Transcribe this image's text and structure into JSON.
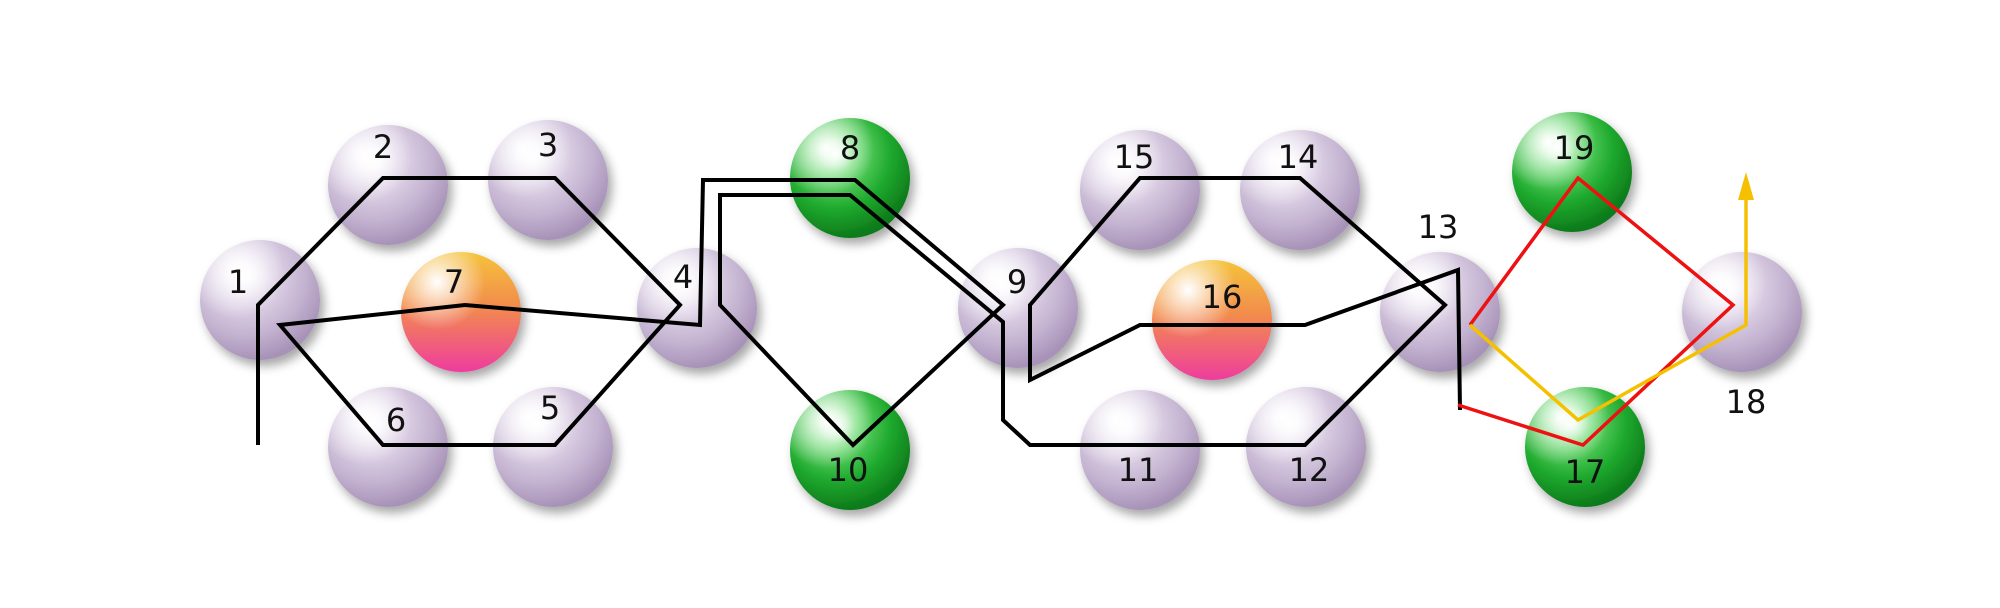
{
  "nodes": [
    {
      "label": "1",
      "kind": "lilac"
    },
    {
      "label": "2",
      "kind": "lilac"
    },
    {
      "label": "3",
      "kind": "lilac"
    },
    {
      "label": "4",
      "kind": "lilac"
    },
    {
      "label": "5",
      "kind": "lilac"
    },
    {
      "label": "6",
      "kind": "lilac"
    },
    {
      "label": "7",
      "kind": "orange-pink"
    },
    {
      "label": "8",
      "kind": "green"
    },
    {
      "label": "9",
      "kind": "lilac"
    },
    {
      "label": "10",
      "kind": "green"
    },
    {
      "label": "11",
      "kind": "lilac"
    },
    {
      "label": "12",
      "kind": "lilac"
    },
    {
      "label": "13",
      "kind": "lilac"
    },
    {
      "label": "14",
      "kind": "lilac"
    },
    {
      "label": "15",
      "kind": "lilac"
    },
    {
      "label": "16",
      "kind": "orange-pink"
    },
    {
      "label": "17",
      "kind": "green"
    },
    {
      "label": "18",
      "kind": "lilac"
    },
    {
      "label": "19",
      "kind": "green"
    }
  ],
  "paths": [
    {
      "name": "black-double-path",
      "color": "#000000"
    },
    {
      "name": "red-path",
      "color": "#ee1111"
    },
    {
      "name": "yellow-path",
      "color": "#f5c000"
    }
  ],
  "colors": {
    "lilac": "#cdbfd8",
    "green": "#1faa2e",
    "orange": "#f2a840",
    "pink": "#ee4a9a"
  }
}
